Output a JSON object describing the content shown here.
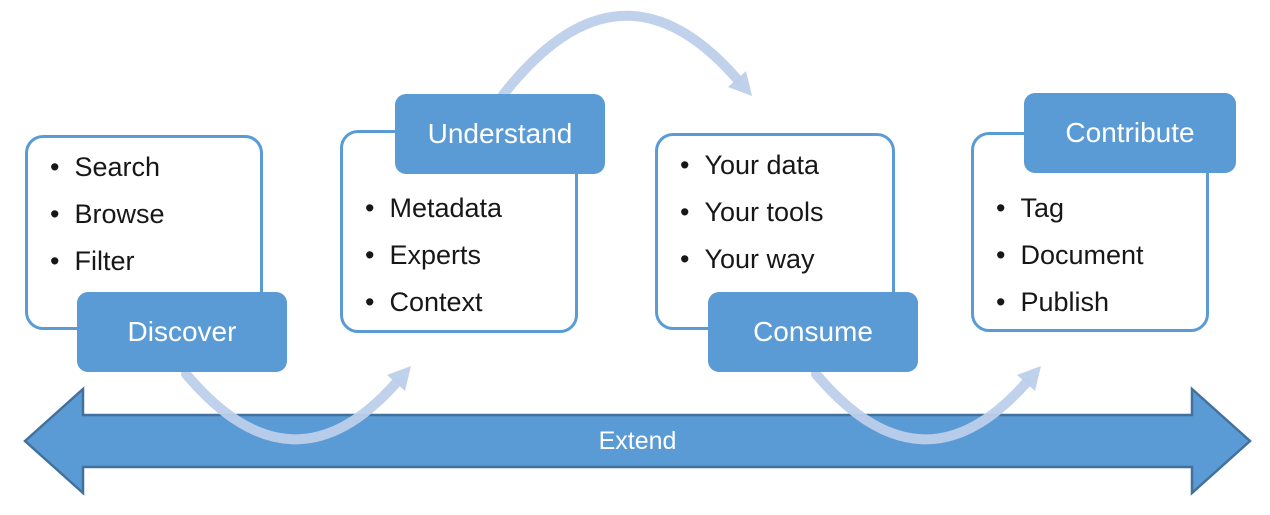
{
  "diagram": {
    "stages": [
      {
        "label": "Discover",
        "label_position": "bottom",
        "items": [
          "Search",
          "Browse",
          "Filter"
        ]
      },
      {
        "label": "Understand",
        "label_position": "top",
        "items": [
          "Metadata",
          "Experts",
          "Context"
        ]
      },
      {
        "label": "Consume",
        "label_position": "bottom",
        "items": [
          "Your data",
          "Your tools",
          "Your way"
        ]
      },
      {
        "label": "Contribute",
        "label_position": "top",
        "items": [
          "Tag",
          "Document",
          "Publish"
        ]
      }
    ],
    "extend_label": "Extend",
    "flow_arrows": [
      "discover-to-understand",
      "understand-to-consume",
      "consume-to-contribute"
    ],
    "colors": {
      "stage_blue": "#5B9BD5",
      "extend_arrow_border": "#41719C",
      "flow_arc_light_blue": "#BDCFEA",
      "bullet_text": "#171717",
      "label_text": "#FFFFFF"
    }
  }
}
